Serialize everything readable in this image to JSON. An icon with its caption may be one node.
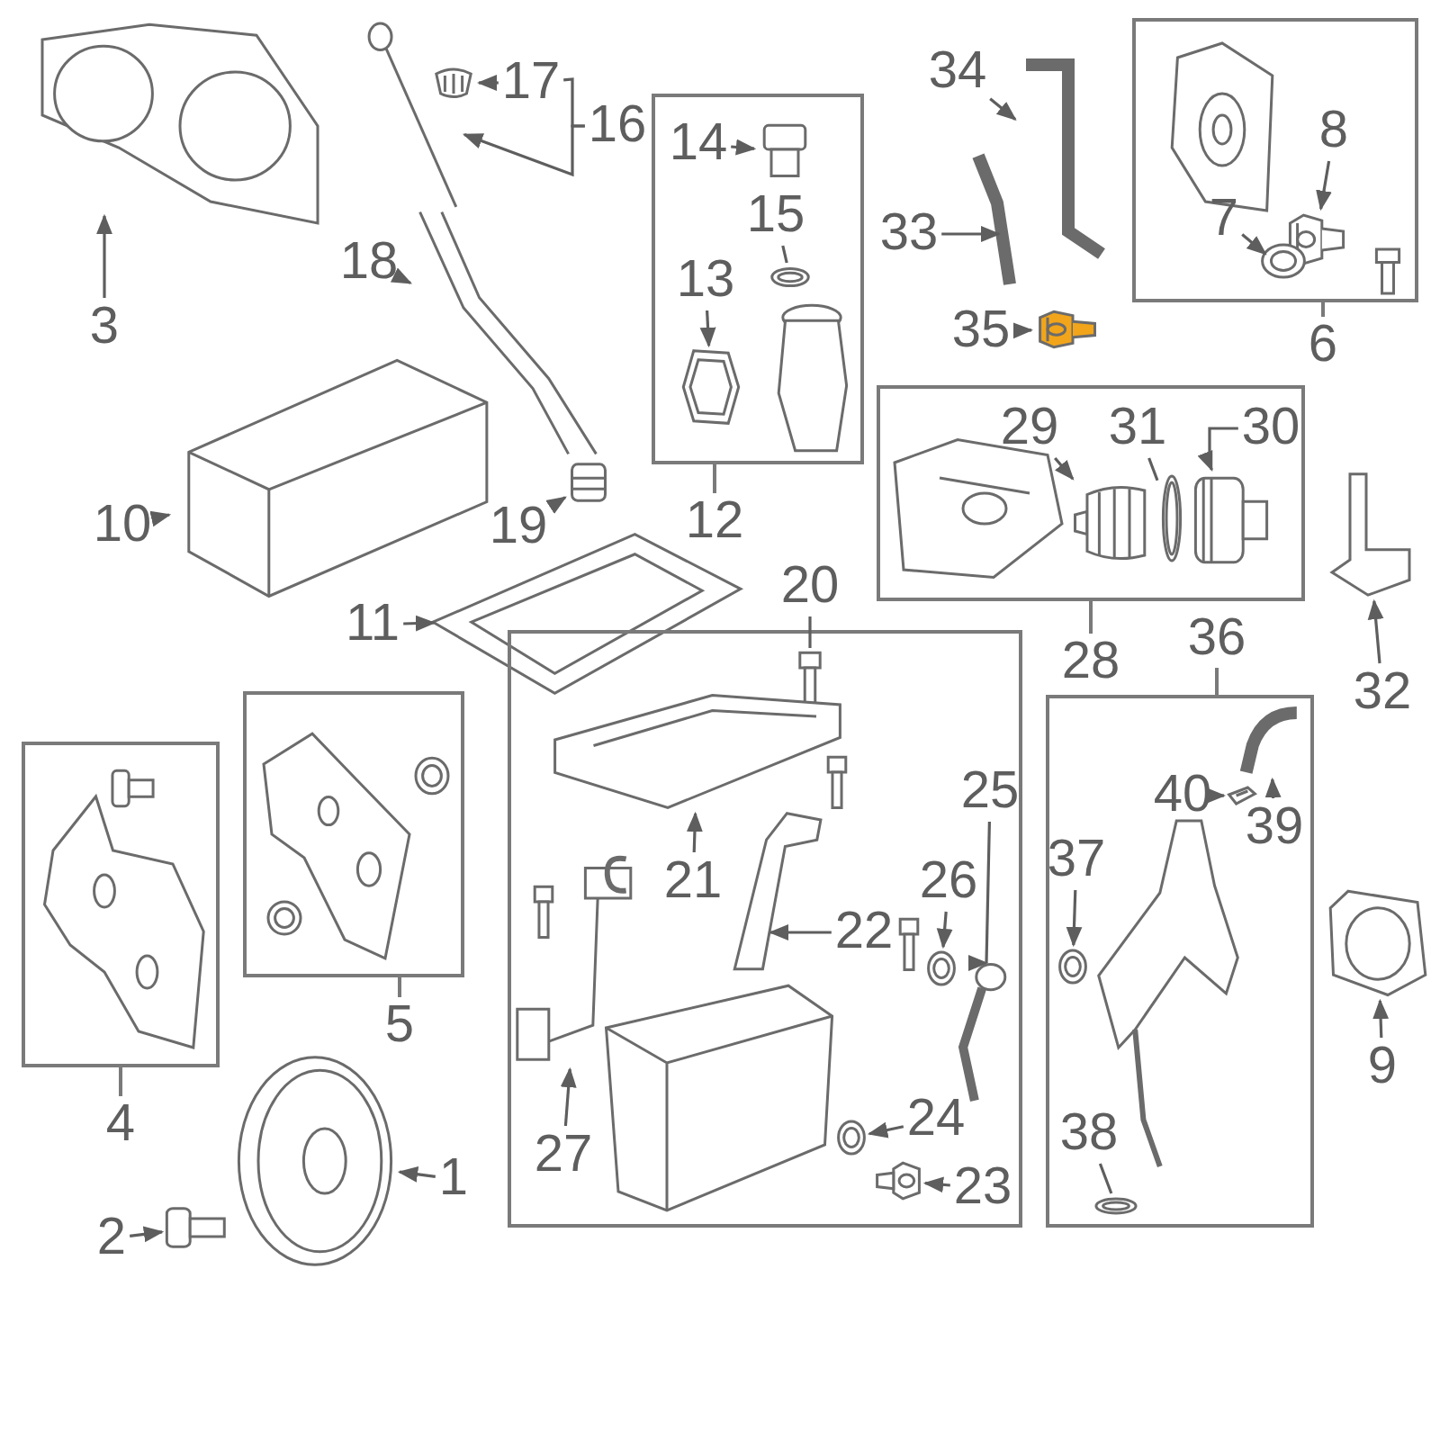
{
  "diagram": {
    "nodes": [
      {
        "text": [],
        "shape": "picture"
      },
      {
        "text": [
          "3"
        ]
      },
      {
        "text": [
          "17"
        ]
      },
      {
        "text": [],
        "shape": "picture"
      },
      {
        "text": [
          "16"
        ]
      },
      {
        "text": [],
        "shape": "picture"
      },
      {
        "text": [
          "18"
        ]
      },
      {
        "text": [],
        "shape": "picture"
      },
      {
        "text": [
          "19"
        ]
      },
      {
        "text": [],
        "shape": "picture"
      },
      {
        "text": [
          "10"
        ]
      },
      {
        "text": [],
        "shape": "picture"
      },
      {
        "text": [
          "11"
        ]
      },
      {
        "text": [],
        "shape": "picture"
      },
      {
        "text": [
          "12"
        ]
      },
      {
        "text": [
          "14"
        ],
        "in": 14
      },
      {
        "text": [],
        "shape": "picture",
        "in": 14
      },
      {
        "text": [
          "15"
        ],
        "in": 14
      },
      {
        "text": [],
        "shape": "picture",
        "in": 14
      },
      {
        "text": [
          "13"
        ],
        "in": 14
      },
      {
        "text": [],
        "shape": "picture",
        "in": 14
      },
      {
        "text": [
          "34"
        ]
      },
      {
        "text": [],
        "shape": "picture"
      },
      {
        "text": [
          "33"
        ]
      },
      {
        "text": [],
        "shape": "picture"
      },
      {
        "text": [
          "35"
        ]
      },
      {
        "text": [],
        "shape": "picture"
      },
      {
        "text": [
          "6"
        ]
      },
      {
        "text": [
          "8"
        ],
        "in": 27
      },
      {
        "text": [],
        "shape": "picture",
        "in": 27
      },
      {
        "text": [
          "7"
        ],
        "in": 27
      },
      {
        "text": [],
        "shape": "picture",
        "in": 27
      },
      {
        "text": [
          "28"
        ]
      },
      {
        "text": [
          "29"
        ],
        "in": 32
      },
      {
        "text": [],
        "shape": "picture",
        "in": 32
      },
      {
        "text": [
          "31"
        ],
        "in": 32
      },
      {
        "text": [],
        "shape": "picture",
        "in": 32
      },
      {
        "text": [
          "30"
        ],
        "in": 32
      },
      {
        "text": [],
        "shape": "picture",
        "in": 32
      },
      {
        "text": [
          "32"
        ]
      },
      {
        "text": [],
        "shape": "picture"
      },
      {
        "text": [
          "20"
        ]
      },
      {
        "text": [],
        "shape": "box"
      },
      {
        "text": [],
        "shape": "picture",
        "in": 42
      },
      {
        "text": [
          "4"
        ]
      },
      {
        "text": [
          "5"
        ]
      },
      {
        "text": [],
        "shape": "picture",
        "in": 42
      },
      {
        "text": [
          "21"
        ],
        "in": 42
      },
      {
        "text": [
          "22"
        ],
        "in": 42
      },
      {
        "text": [],
        "shape": "picture",
        "in": 42
      },
      {
        "text": [
          "26"
        ],
        "in": 42
      },
      {
        "text": [],
        "shape": "picture",
        "in": 42
      },
      {
        "text": [
          "25"
        ],
        "in": 42
      },
      {
        "text": [],
        "shape": "picture",
        "in": 42
      },
      {
        "text": [
          "27"
        ],
        "in": 42
      },
      {
        "text": [],
        "shape": "picture",
        "in": 42
      },
      {
        "text": [
          "24"
        ],
        "in": 42
      },
      {
        "text": [],
        "shape": "picture",
        "in": 42
      },
      {
        "text": [
          "23"
        ],
        "in": 42
      },
      {
        "text": [],
        "shape": "picture",
        "in": 42
      },
      {
        "text": [
          "36"
        ]
      },
      {
        "text": [
          "40"
        ],
        "in": 60
      },
      {
        "text": [],
        "shape": "picture",
        "in": 60
      },
      {
        "text": [
          "39"
        ],
        "in": 60
      },
      {
        "text": [],
        "shape": "picture",
        "in": 60
      },
      {
        "text": [
          "37"
        ],
        "in": 60
      },
      {
        "text": [],
        "shape": "picture",
        "in": 60
      },
      {
        "text": [
          "38"
        ],
        "in": 60
      },
      {
        "text": [],
        "shape": "picture",
        "in": 60
      },
      {
        "text": [],
        "shape": "picture"
      },
      {
        "text": [
          "9"
        ]
      },
      {
        "text": [],
        "shape": "picture"
      },
      {
        "text": [
          "1"
        ]
      },
      {
        "text": [
          "2"
        ]
      },
      {
        "text": [],
        "shape": "picture"
      }
    ],
    "edges": [
      {
        "from": 1,
        "to": 0,
        "arrow": "to"
      },
      {
        "from": 2,
        "to": 3,
        "arrow": "to"
      },
      {
        "from": 4,
        "to": 5,
        "arrow": "to"
      },
      {
        "from": 6,
        "to": 7,
        "arrow": "to"
      },
      {
        "from": 8,
        "to": 9,
        "arrow": "to"
      },
      {
        "from": 10,
        "to": 11,
        "arrow": "to"
      },
      {
        "from": 12,
        "to": 13,
        "arrow": "to"
      },
      {
        "from": 15,
        "to": 16,
        "arrow": "to"
      },
      {
        "from": 17,
        "to": 18,
        "arrow": "none"
      },
      {
        "from": 19,
        "to": 20,
        "arrow": "to"
      },
      {
        "from": 21,
        "to": 22,
        "arrow": "to"
      },
      {
        "from": 23,
        "to": 24,
        "arrow": "to"
      },
      {
        "from": 25,
        "to": 26,
        "arrow": "to"
      },
      {
        "from": 28,
        "to": 29,
        "arrow": "to"
      },
      {
        "from": 30,
        "to": 31,
        "arrow": "to"
      },
      {
        "from": 33,
        "to": 34,
        "arrow": "to"
      },
      {
        "from": 35,
        "to": 36,
        "arrow": "none"
      },
      {
        "from": 37,
        "to": 38,
        "arrow": "to"
      },
      {
        "from": 39,
        "to": 40,
        "arrow": "to"
      },
      {
        "from": 41,
        "to": 43,
        "arrow": "none"
      },
      {
        "from": 47,
        "to": 46,
        "arrow": "to"
      },
      {
        "from": 48,
        "to": 49,
        "arrow": "to"
      },
      {
        "from": 50,
        "to": 51,
        "arrow": "to"
      },
      {
        "from": 52,
        "to": 53,
        "arrow": "to"
      },
      {
        "from": 54,
        "to": 55,
        "arrow": "to"
      },
      {
        "from": 56,
        "to": 57,
        "arrow": "to"
      },
      {
        "from": 58,
        "to": 59,
        "arrow": "to"
      },
      {
        "from": 61,
        "to": 62,
        "arrow": "to"
      },
      {
        "from": 63,
        "to": 64,
        "arrow": "to"
      },
      {
        "from": 65,
        "to": 66,
        "arrow": "to"
      },
      {
        "from": 67,
        "to": 68,
        "arrow": "none"
      },
      {
        "from": 70,
        "to": 69,
        "arrow": "to"
      },
      {
        "from": 72,
        "to": 71,
        "arrow": "to"
      },
      {
        "from": 73,
        "to": 74,
        "arrow": "to"
      },
      {
        "from": 4,
        "to": 2,
        "arrow": "none"
      }
    ]
  }
}
